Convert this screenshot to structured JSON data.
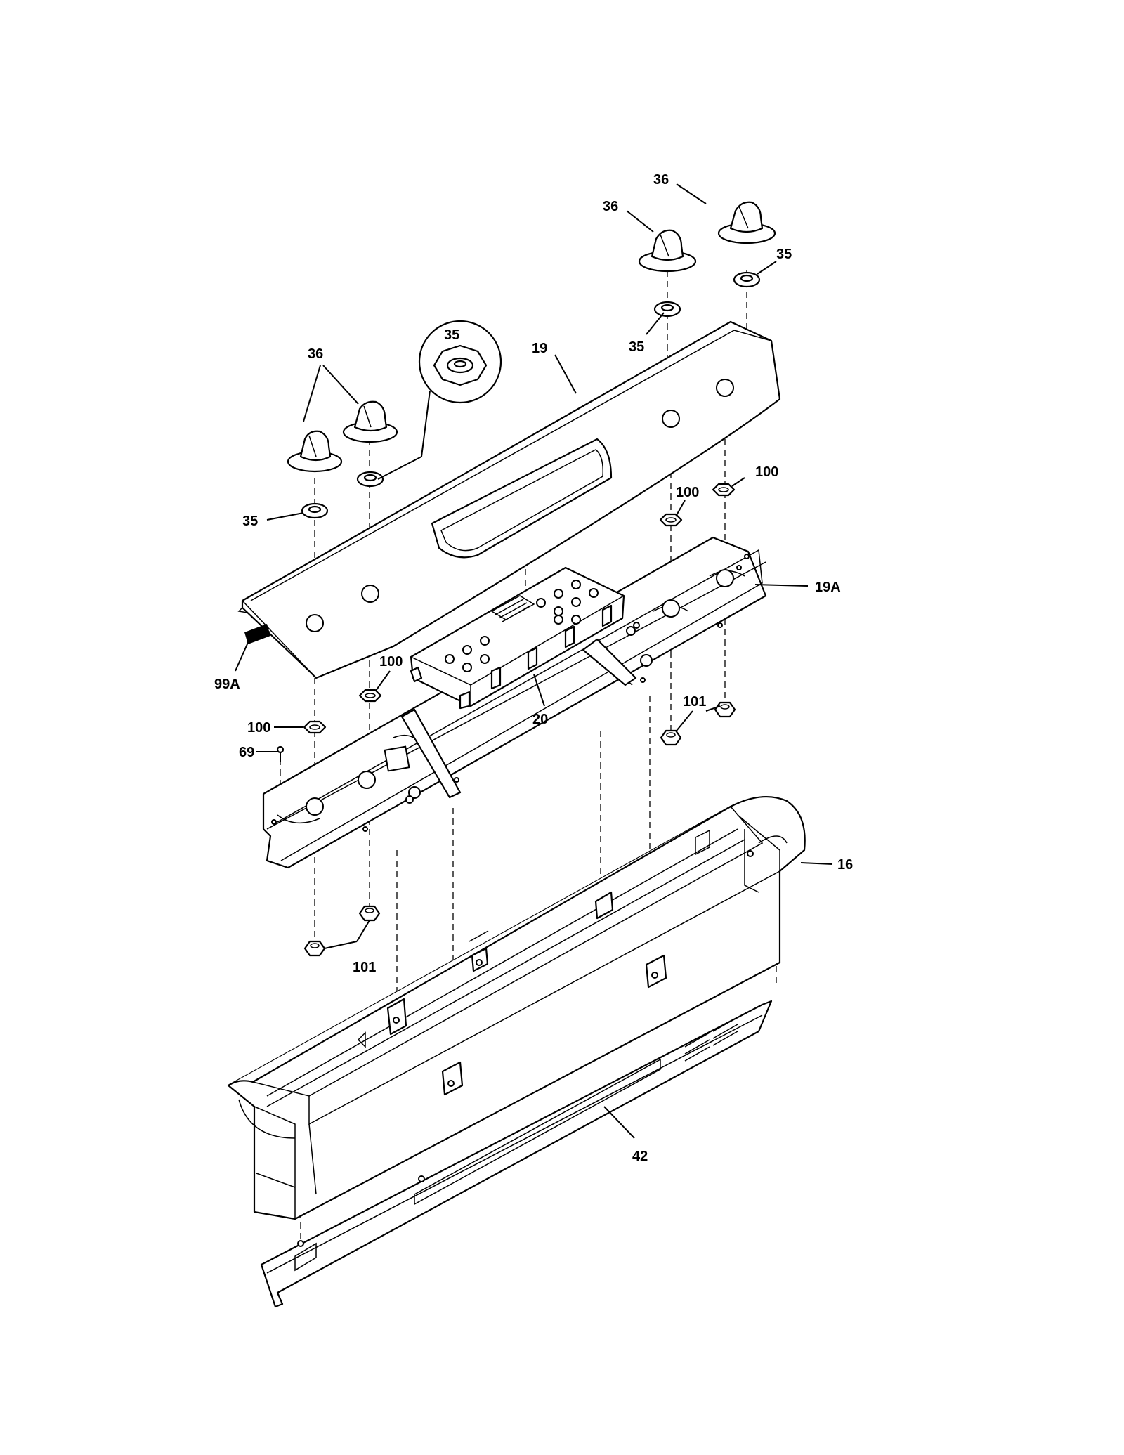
{
  "labels": {
    "knob_top_right": "36",
    "knob_top_mid": "36",
    "knob_left": "36",
    "nut_top_right": "35",
    "nut_right": "35",
    "nut_inset": "35",
    "nut_left": "35",
    "panel": "19",
    "panel_back": "19A",
    "wire": "99A",
    "nut_100_right_a": "100",
    "nut_100_right_b": "100",
    "nut_100_left_a": "100",
    "nut_100_left_b": "100",
    "nut_101_right": "101",
    "nut_101_left": "101",
    "screw": "69",
    "control_board": "20",
    "backguard": "16",
    "rear_cover": "42"
  }
}
